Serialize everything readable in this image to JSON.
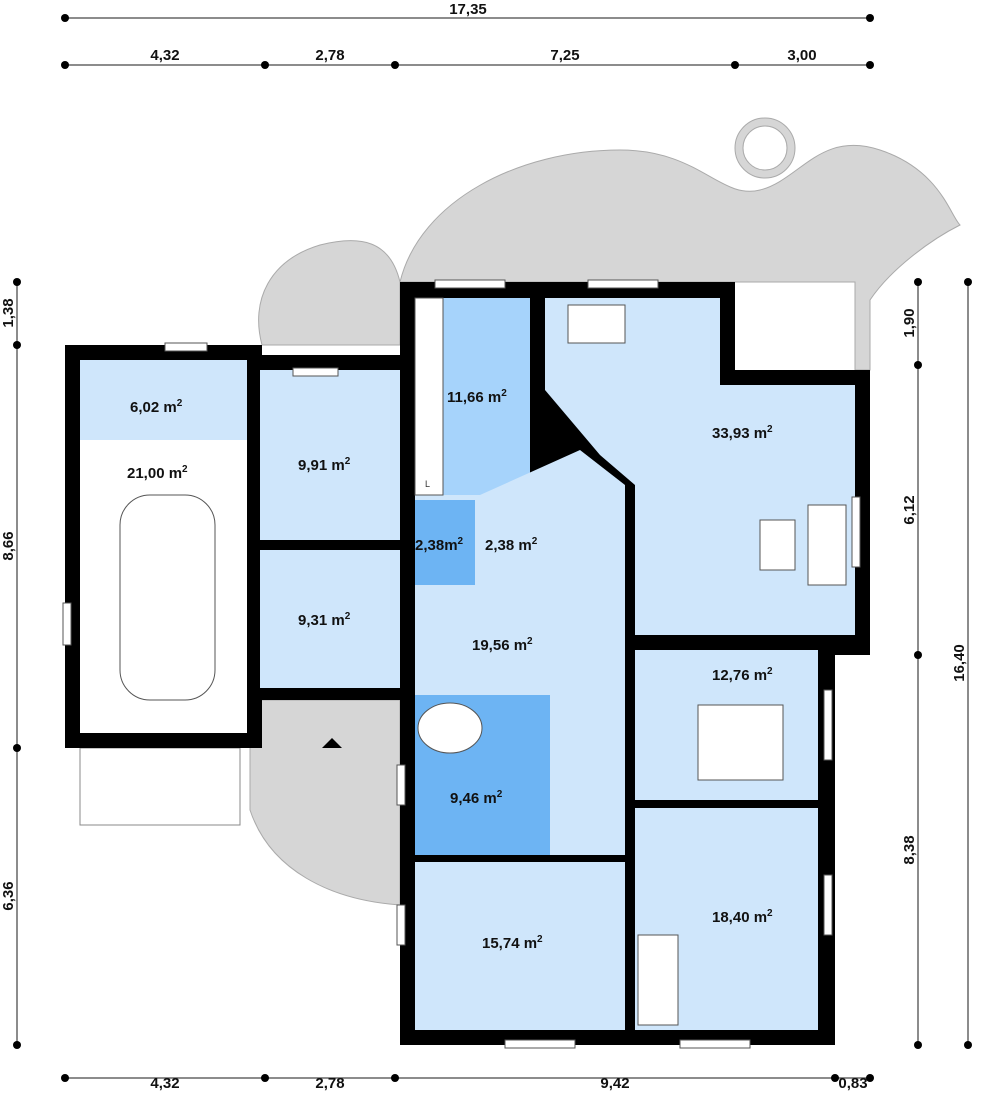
{
  "dimensions": {
    "top_total": "17,35",
    "top": [
      "4,32",
      "2,78",
      "7,25",
      "3,00"
    ],
    "bottom": [
      "4,32",
      "2,78",
      "9,42",
      "0,83"
    ],
    "left": [
      "1,38",
      "8,66",
      "6,36"
    ],
    "right": [
      "1,90",
      "6,12",
      "8,38"
    ],
    "right_total": "16,40"
  },
  "rooms": {
    "storage": "6,02 m",
    "garage": "21,00 m",
    "room_a": "9,91 m",
    "room_b": "9,31 m",
    "kitchen": "11,66 m",
    "living": "33,93 m",
    "wc": "2,38m",
    "closet": "2,38 m",
    "hall": "19,56 m",
    "bedroom_small": "12,76 m",
    "bath": "9,46 m",
    "bedroom_left": "15,74 m",
    "bedroom_right": "18,40 m"
  },
  "unit_sup": "2",
  "kitchen_label": "L",
  "colors": {
    "room": "#cfe6fb",
    "kitchen": "#a6d3fb",
    "bath": "#6db4f3",
    "terrace": "#d6d6d6"
  }
}
